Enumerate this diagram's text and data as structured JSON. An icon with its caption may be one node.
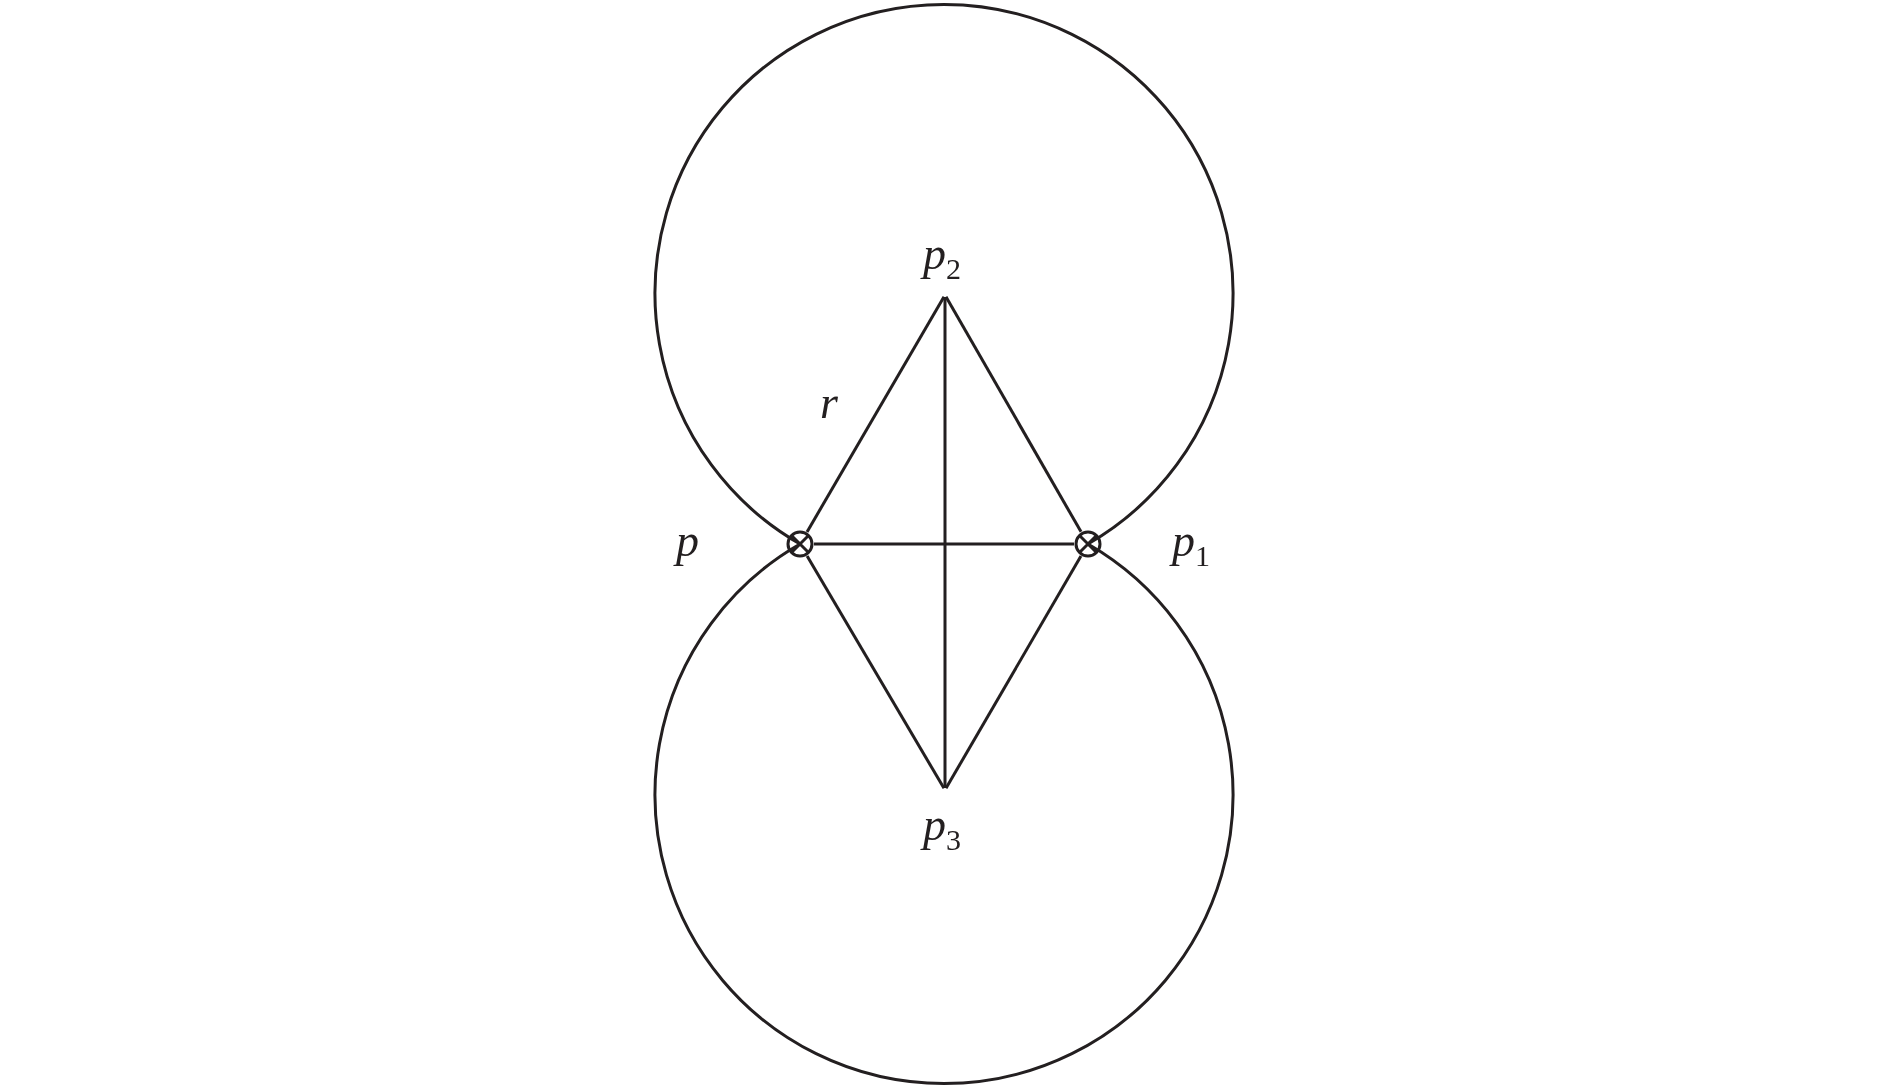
{
  "diagram": {
    "nodes": [
      {
        "text": [
          "p"
        ]
      },
      {
        "text": [
          "p$_{1}$"
        ]
      },
      {
        "text": [
          "p$_{2}$"
        ]
      },
      {
        "text": [
          "p$_{3}$"
        ]
      }
    ],
    "edges": [
      {
        "from": 0,
        "to": 2,
        "arrow": "none",
        "label": "r"
      },
      {
        "from": 2,
        "to": 1,
        "arrow": "none"
      },
      {
        "from": 0,
        "to": 1,
        "arrow": "none"
      },
      {
        "from": 2,
        "to": 3,
        "arrow": "none"
      },
      {
        "from": 0,
        "to": 3,
        "arrow": "none"
      },
      {
        "from": 3,
        "to": 1,
        "arrow": "none"
      }
    ]
  }
}
